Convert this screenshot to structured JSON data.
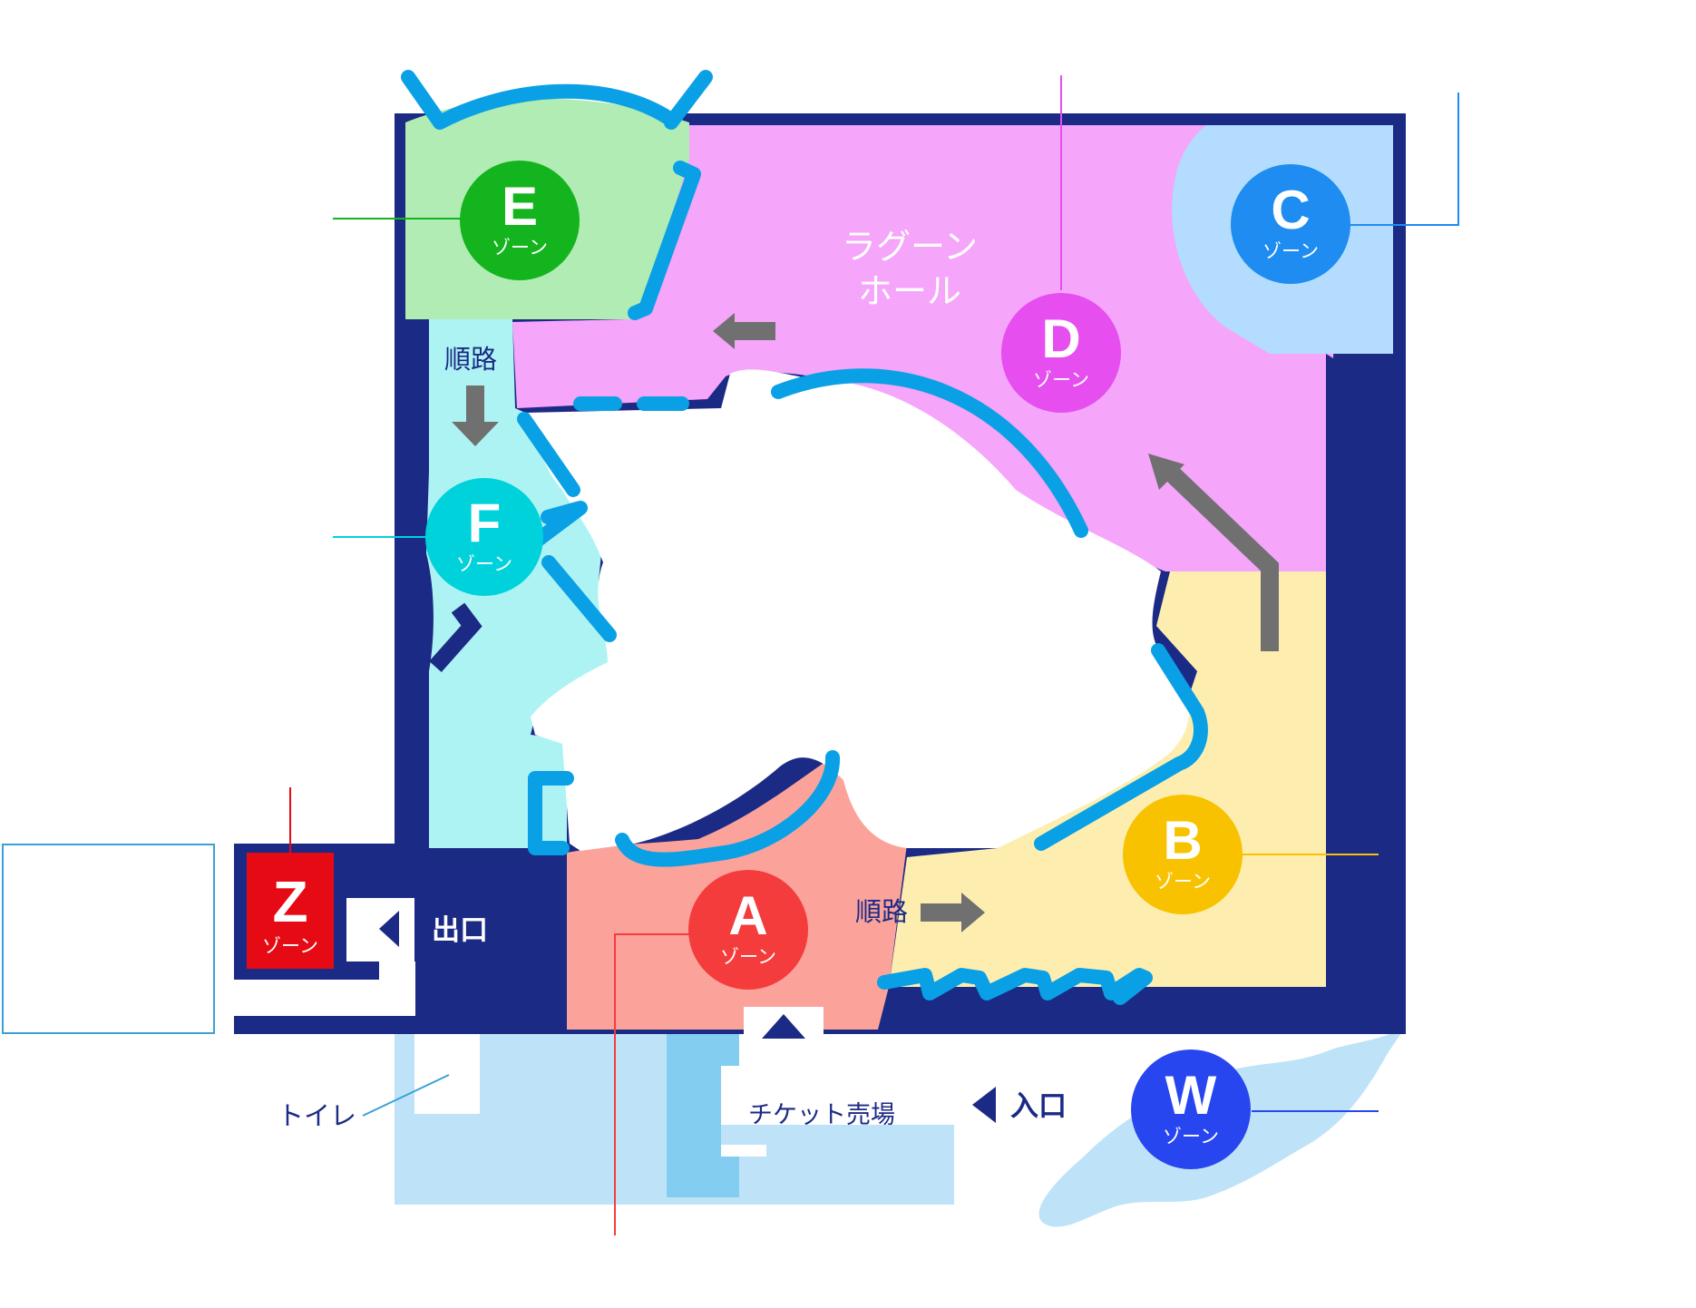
{
  "zones": [
    {
      "id": "A",
      "letter": "A",
      "sub": "ゾーン",
      "color": "#f43c3c"
    },
    {
      "id": "B",
      "letter": "B",
      "sub": "ゾーン",
      "color": "#f8c200"
    },
    {
      "id": "C",
      "letter": "C",
      "sub": "ゾーン",
      "color": "#1e8cf0"
    },
    {
      "id": "D",
      "letter": "D",
      "sub": "ゾーン",
      "color": "#e64ef0"
    },
    {
      "id": "E",
      "letter": "E",
      "sub": "ゾーン",
      "color": "#14b41e"
    },
    {
      "id": "F",
      "letter": "F",
      "sub": "ゾーン",
      "color": "#00d2dc"
    },
    {
      "id": "W",
      "letter": "W",
      "sub": "ゾーン",
      "color": "#2846f0"
    },
    {
      "id": "Z",
      "letter": "Z",
      "sub": "ゾーン",
      "color": "#e60a14"
    }
  ],
  "labels": {
    "lagoon_hall_line1": "ラグーン",
    "lagoon_hall_line2": "ホール",
    "route_left": "順路",
    "route_bottom": "順路",
    "exit": "出口",
    "entrance": "入口",
    "ticket": "チケット売場",
    "toilet": "トイレ"
  },
  "colors": {
    "navy": "#1b2a85",
    "wall_blue": "#0aa0e6",
    "arrow_gray": "#707070",
    "zone_e_area": "#b0ecb4",
    "zone_d_area": "#f5a5fa",
    "zone_c_area": "#b4dcff",
    "zone_f_area": "#aef3f3",
    "zone_b_area": "#fdeeb0",
    "zone_a_area": "#fba39b",
    "outdoor_area": "#bee3f8",
    "water": "#bee3f8"
  }
}
